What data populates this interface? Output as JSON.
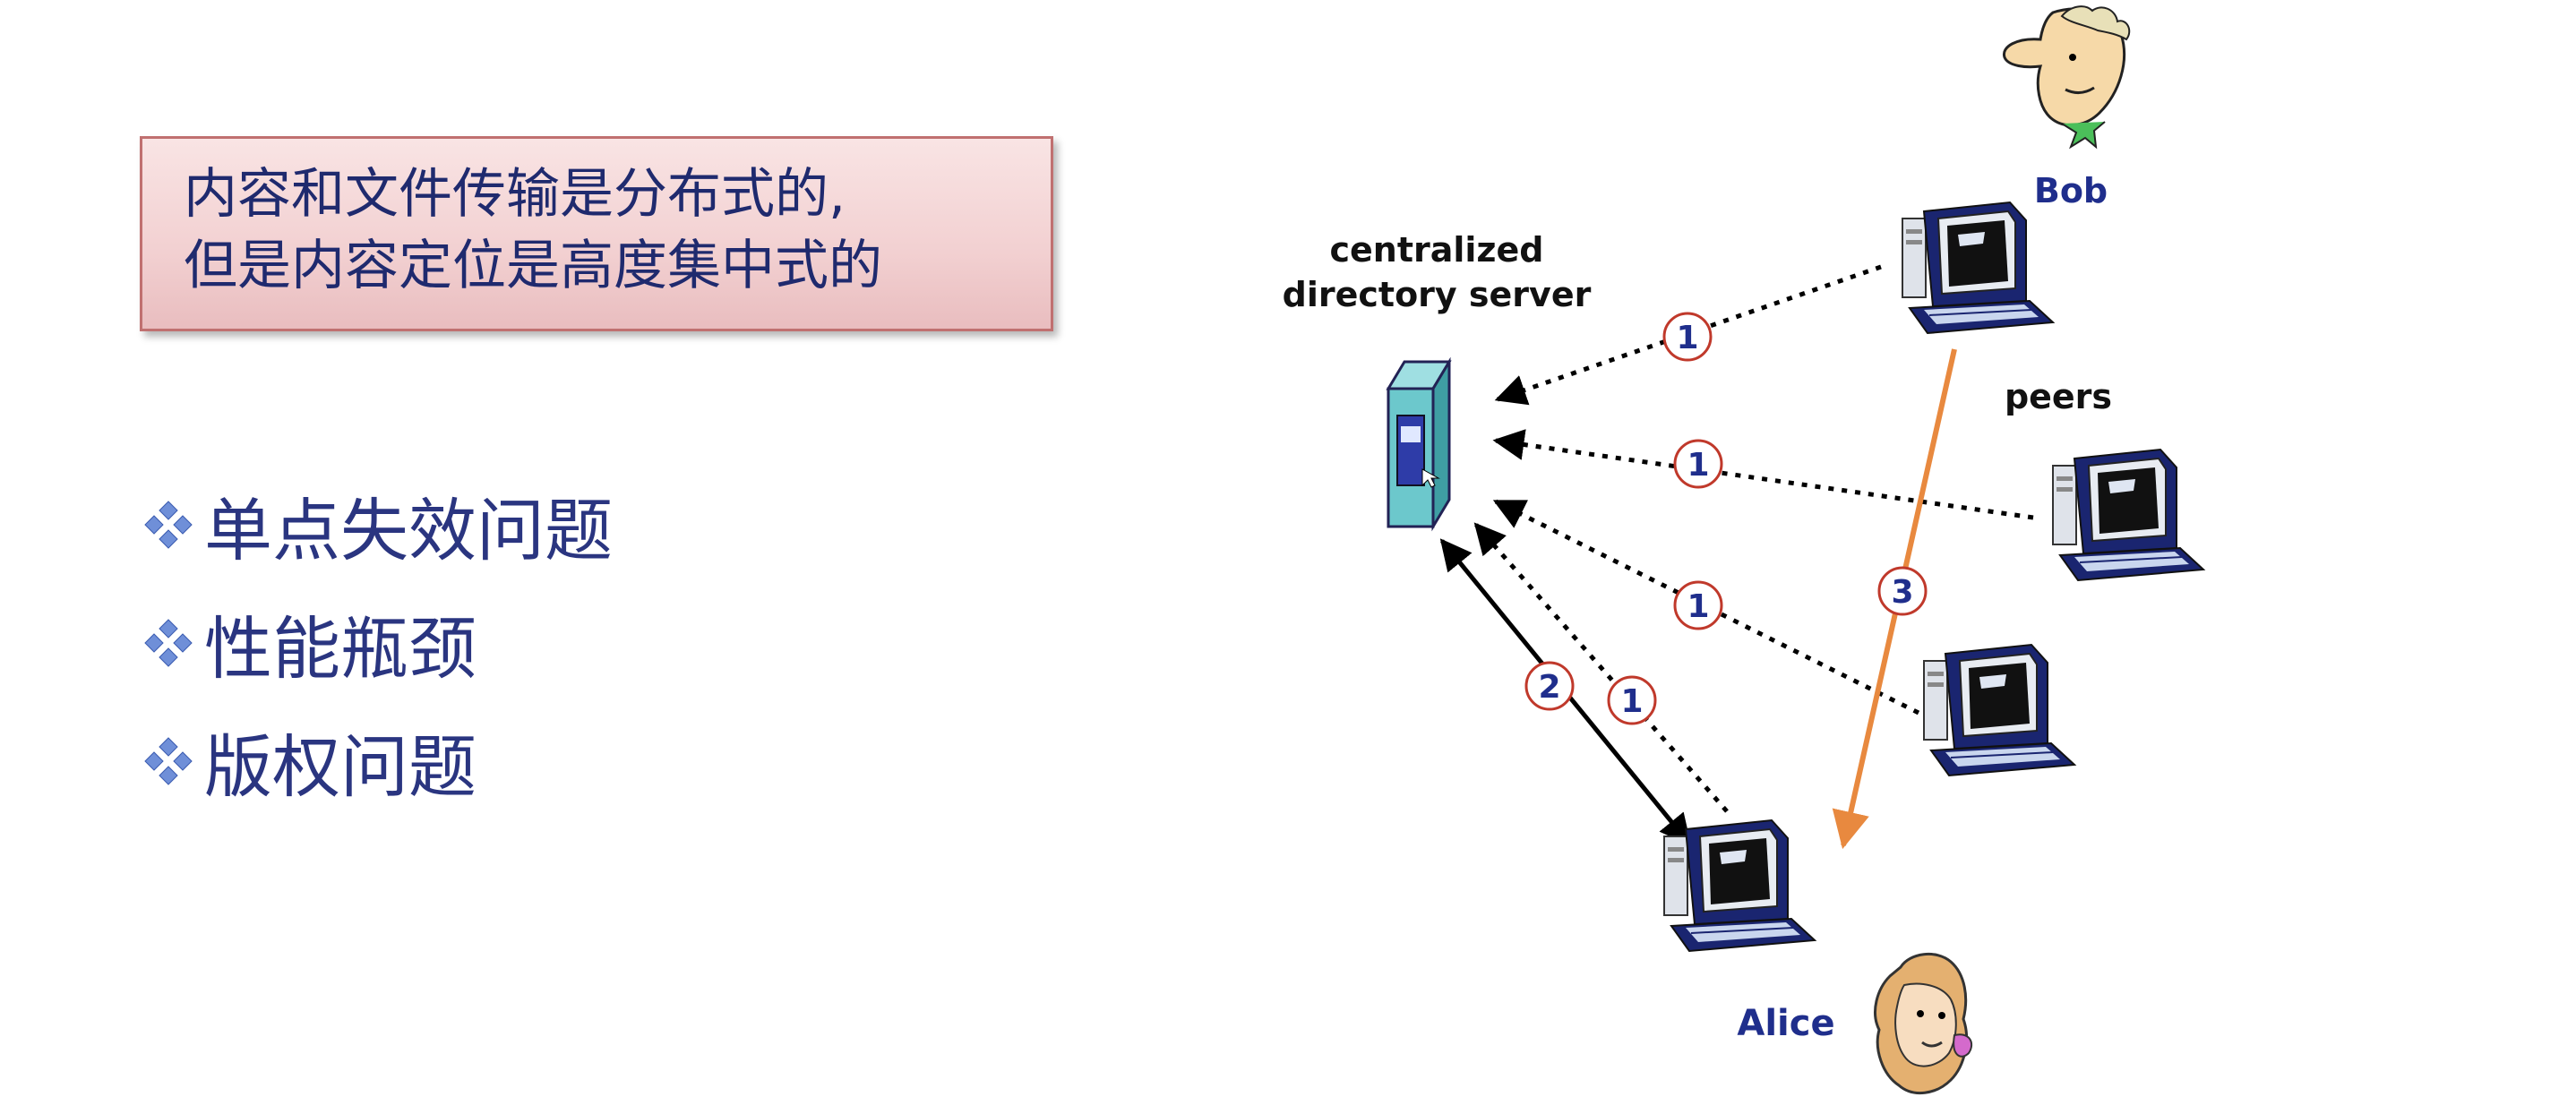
{
  "callout": {
    "line1": "内容和文件传输是分布式的,",
    "line2": "但是内容定位是高度集中式的"
  },
  "bullets": [
    {
      "icon": "diamond-bullet-icon",
      "text": "单点失效问题"
    },
    {
      "icon": "diamond-bullet-icon",
      "text": "性能瓶颈"
    },
    {
      "icon": "diamond-bullet-icon",
      "text": "版权问题"
    }
  ],
  "diagram": {
    "server_label_line1": "centralized",
    "server_label_line2": "directory server",
    "peers_label": "peers",
    "bob_label": "Bob",
    "alice_label": "Alice",
    "step_labels": [
      "1",
      "1",
      "1",
      "1",
      "2",
      "3"
    ],
    "colors": {
      "label_blue": "#1f2e8c",
      "query_arrow": "#000000",
      "transfer_arrow": "#e8893f",
      "step_circle": "#c0392b",
      "server_teal": "#6cc8cc"
    }
  }
}
